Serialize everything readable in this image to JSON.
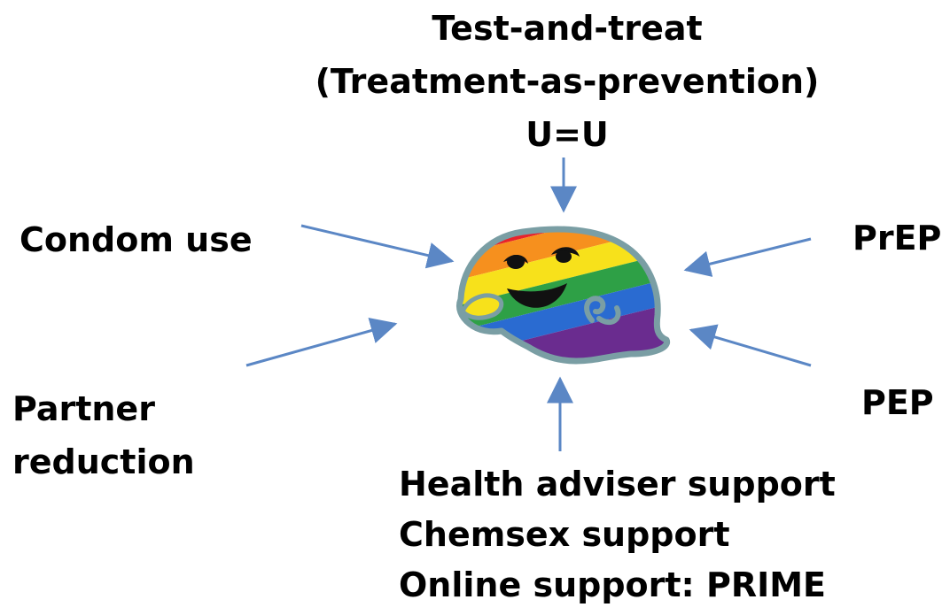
{
  "diagram": {
    "top": {
      "line1": "Test-and-treat",
      "line2": "(Treatment-as-prevention)",
      "line3": "U=U"
    },
    "left": {
      "condom": "Condom use",
      "partner_line1": "Partner",
      "partner_line2": "reduction"
    },
    "right": {
      "prep": "PrEP",
      "pep": "PEP"
    },
    "bottom": {
      "line1": "Health adviser support",
      "line2": "Chemsex support",
      "line3": "Online support: PRIME"
    },
    "center_image": {
      "icon": "rainbow-ghost-icon",
      "stripe_colors": [
        "#e8232b",
        "#f6901e",
        "#f7e11b",
        "#2ea046",
        "#2a6bd1",
        "#6a2c8f"
      ],
      "outline_color": "#7a9ea4"
    },
    "arrow_color": "#5b87c5"
  }
}
